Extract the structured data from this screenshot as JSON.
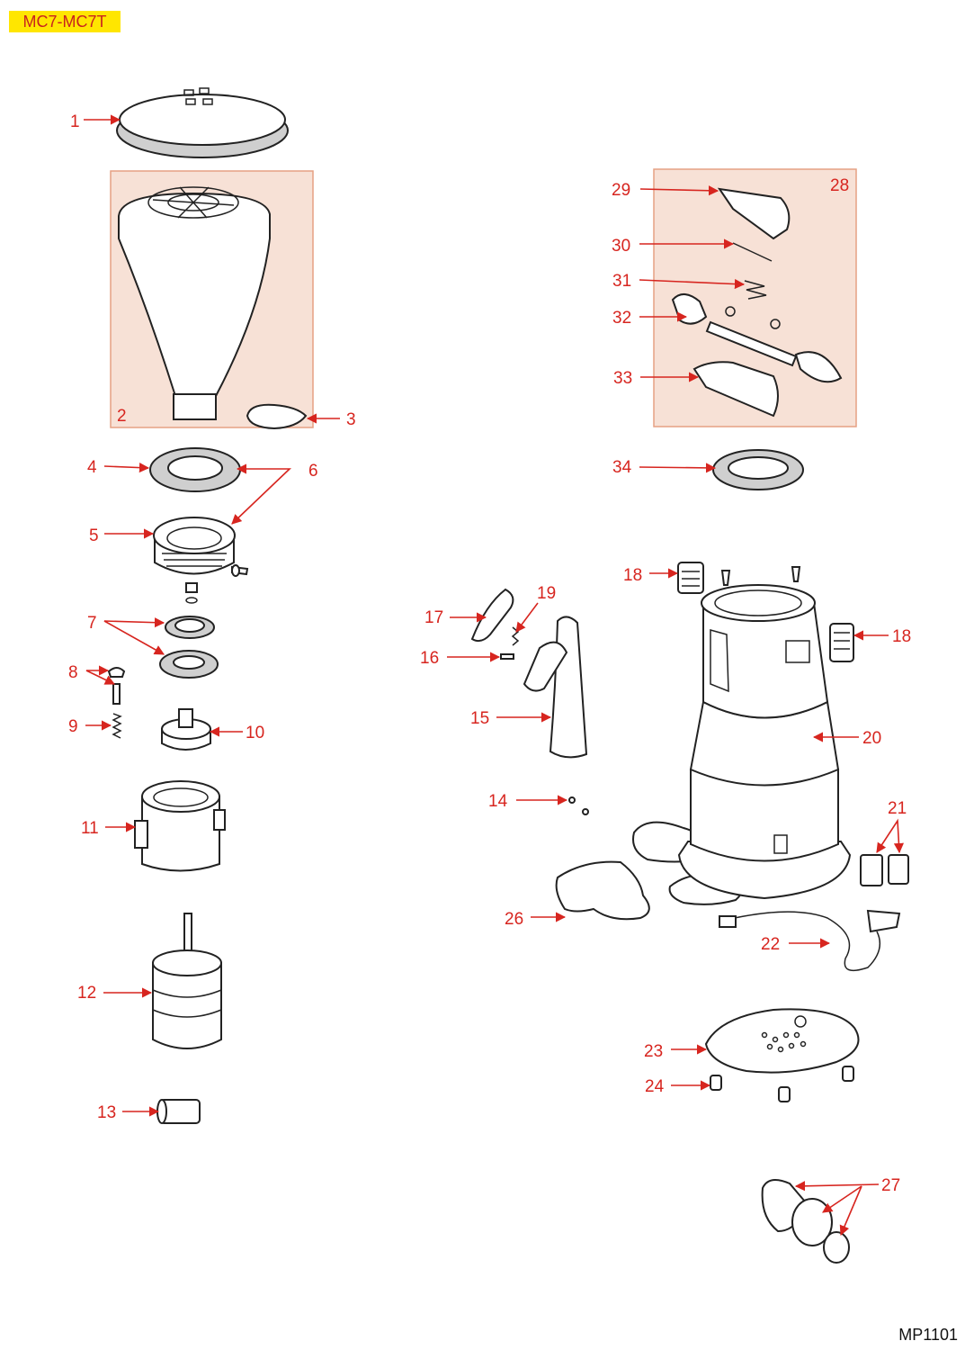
{
  "model_tag": "MC7-MC7T",
  "document_code": "MP1101",
  "callouts": {
    "c1": "1",
    "c2": "2",
    "c3": "3",
    "c4": "4",
    "c5": "5",
    "c6": "6",
    "c7": "7",
    "c8": "8",
    "c9": "9",
    "c10": "10",
    "c11": "11",
    "c12": "12",
    "c13": "13",
    "c14": "14",
    "c15": "15",
    "c16": "16",
    "c17": "17",
    "c18a": "18",
    "c18b": "18",
    "c19": "19",
    "c20": "20",
    "c21": "21",
    "c22": "22",
    "c23": "23",
    "c24": "24",
    "c26": "26",
    "c27": "27",
    "c28": "28",
    "c29": "29",
    "c30": "30",
    "c31": "31",
    "c32": "32",
    "c33": "33",
    "c34": "34"
  },
  "colors": {
    "callout": "#d7251f",
    "highlight_box": "#f7e1d6",
    "tag_background": "#ffe600"
  }
}
